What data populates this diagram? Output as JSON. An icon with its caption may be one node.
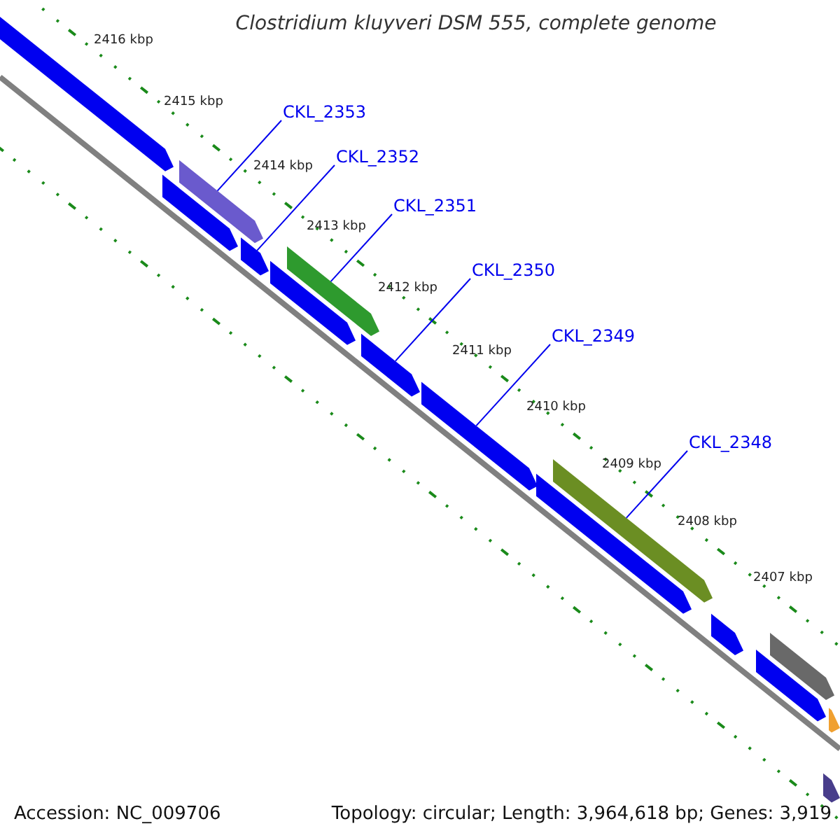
{
  "diagram": {
    "title": "Clostridium kluyveri DSM 555, complete genome",
    "nodes": [
      {
        "text": [
          "CKL_2353"
        ]
      },
      {
        "text": [
          "CKL_2352"
        ]
      },
      {
        "text": [
          "CKL_2351"
        ]
      },
      {
        "text": [
          "CKL_2350"
        ]
      },
      {
        "text": [
          "CKL_2349"
        ]
      },
      {
        "text": [
          "CKL_2348"
        ]
      },
      {
        "text": [],
        "shape": "bar"
      },
      {
        "text": [],
        "shape": "bar"
      },
      {
        "text": [],
        "shape": "bar"
      },
      {
        "text": [],
        "shape": "bar"
      },
      {
        "text": [],
        "shape": "bar"
      },
      {
        "text": [],
        "shape": "bar"
      },
      {
        "text": [],
        "shape": "bar"
      },
      {
        "text": [],
        "shape": "bar"
      },
      {
        "text": [],
        "shape": "bar"
      },
      {
        "text": [],
        "shape": "bar"
      },
      {
        "text": [],
        "shape": "bar"
      },
      {
        "text": [],
        "shape": "bar"
      },
      {
        "text": [],
        "shape": "bar"
      },
      {
        "text": [],
        "shape": "bar"
      },
      {
        "text": [],
        "shape": "bar"
      }
    ],
    "edges": [
      {
        "from": 0,
        "to": 8,
        "arrow": "none"
      },
      {
        "from": 1,
        "to": 9,
        "arrow": "none"
      },
      {
        "from": 2,
        "to": 11,
        "arrow": "none"
      },
      {
        "from": 3,
        "to": 12,
        "arrow": "none"
      },
      {
        "from": 4,
        "to": 13,
        "arrow": "none"
      },
      {
        "from": 5,
        "to": 15,
        "arrow": "none"
      }
    ],
    "labels": [
      "2416 kbp",
      "2415 kbp",
      "2414 kbp",
      "2413 kbp",
      "2412 kbp",
      "2411 kbp",
      "2410 kbp",
      "2409 kbp",
      "2408 kbp",
      "2407 kbp",
      "Accession: NC_009706",
      "Topology: circular; Length: 3,964,618 bp; Genes: 3,919"
    ]
  }
}
